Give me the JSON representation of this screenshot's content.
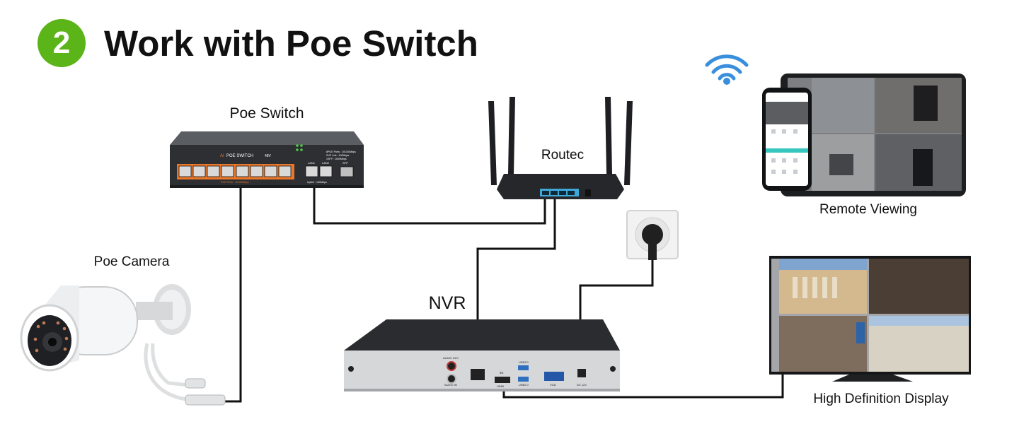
{
  "header": {
    "step_number": "2",
    "title": "Work with Poe Switch"
  },
  "devices": {
    "poe_switch": {
      "label": "Poe Switch",
      "brand_prefix": "AI",
      "brand": "POE SWITCH",
      "power": "48V",
      "spec_line_1": "8POE Ports : 10/100Mbps",
      "spec_line_2": "2UP Link : 100Mbps",
      "spec_line_3": "1SFP : 1000Mbps",
      "port_caption": "POE Ports : 10/100Mbps",
      "uplink_caption": "Uplink : 100Mbps",
      "lan1": "LAN1",
      "lan2": "LAN2",
      "sfp": "SFP"
    },
    "router": {
      "label": "Routec"
    },
    "camera": {
      "label": "Poe Camera"
    },
    "nvr": {
      "label": "NVR",
      "audio_out": "AUDIO OUT",
      "audio_in": "AUDIO IN",
      "k4": "4K",
      "hdmi": "HDMI",
      "usb1": "USB3.0",
      "usb2": "USB2.0",
      "vga": "VGA",
      "dc": "DC 12V"
    },
    "remote": {
      "label": "Remote Viewing"
    },
    "display": {
      "label": "High Definition Display"
    }
  },
  "colors": {
    "badge": "#5bb418",
    "wifi": "#3a8fdc",
    "cable": "#111111",
    "device_dark": "#2b2d30"
  }
}
